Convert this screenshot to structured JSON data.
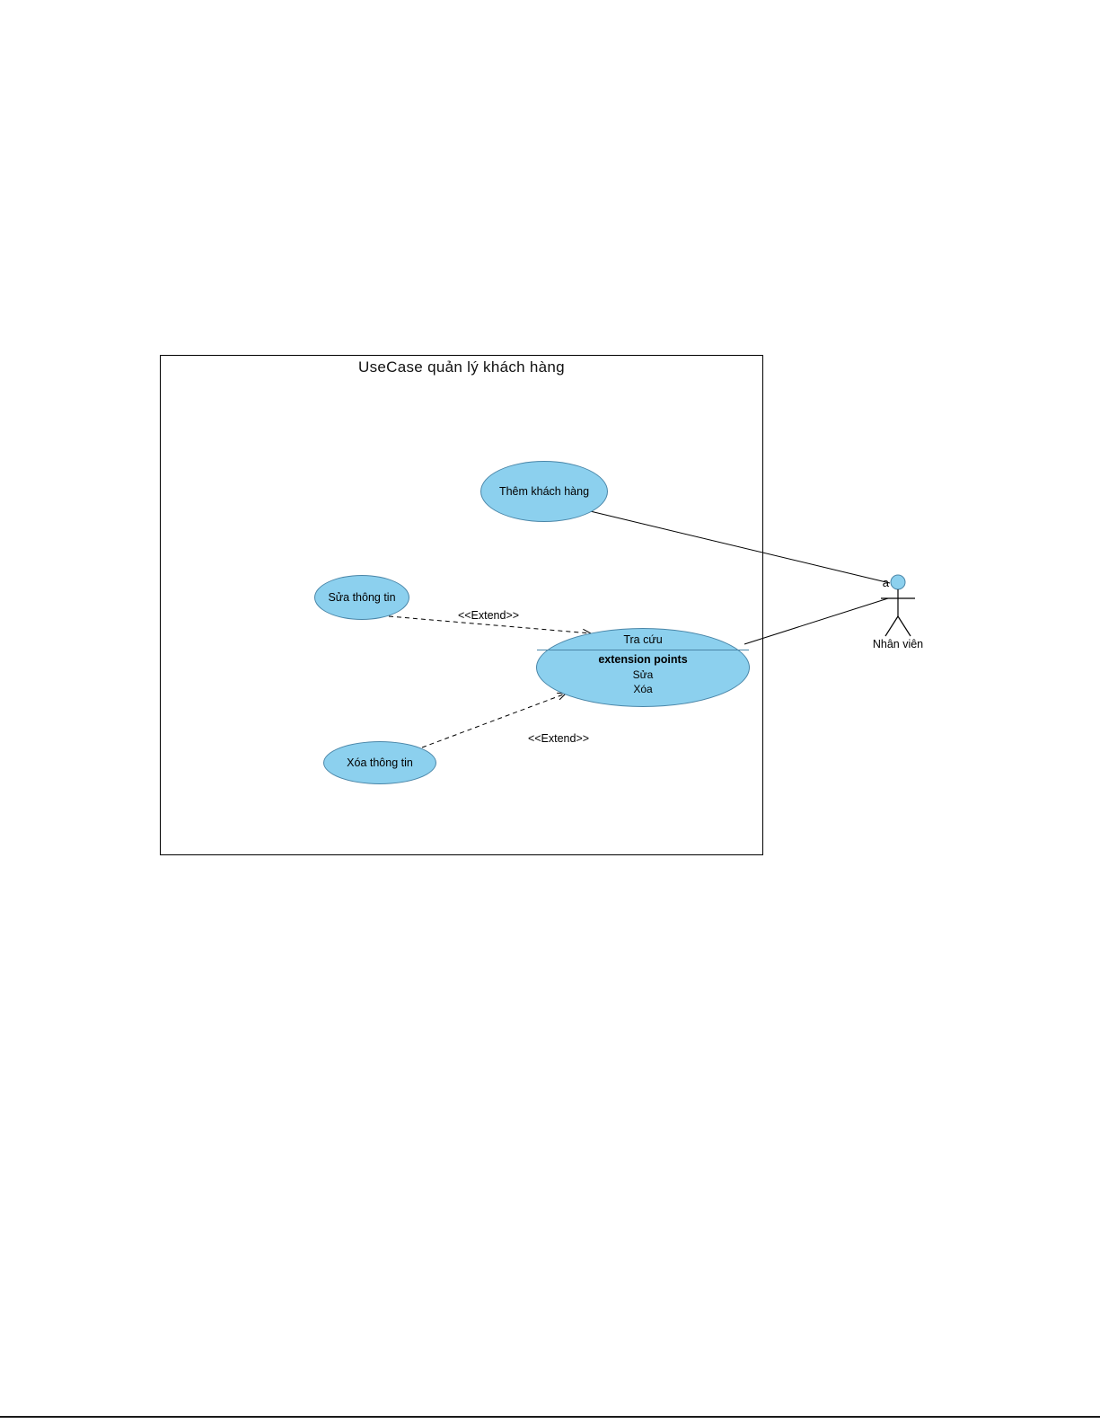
{
  "diagram": {
    "title": "UseCase quản lý khách hàng",
    "usecases": {
      "them_khach_hang": {
        "label": "Thêm khách hàng"
      },
      "sua_thong_tin": {
        "label": "Sửa thông tin"
      },
      "xoa_thong_tin": {
        "label": "Xóa thông tin"
      },
      "tra_cuu": {
        "label": "Tra cứu",
        "extension_header": "extension points",
        "extension_1": "Sửa",
        "extension_2": "Xóa"
      }
    },
    "connectors": {
      "extend_label_1": "<<Extend>>",
      "extend_label_2": "<<Extend>>"
    },
    "actor": {
      "label": "Nhân viên",
      "head_annotation": "a"
    },
    "colors": {
      "usecase_fill": "#8CD0EE",
      "usecase_stroke": "#4A86A8",
      "line": "#000000"
    }
  }
}
